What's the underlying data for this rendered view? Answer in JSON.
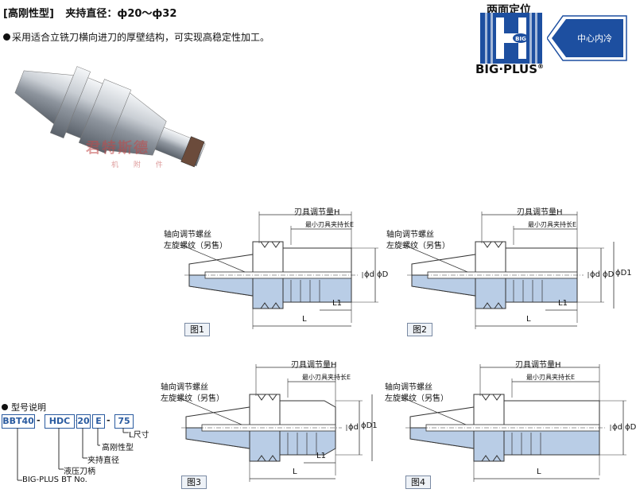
{
  "header": {
    "title_bracket": "[高刚性型]",
    "title_spec": "夹持直径：ф20～ф32",
    "description": "采用适合立铣刀横向进刀的厚壁结构，可实现高稳定性加工。"
  },
  "logo": {
    "caption": "两面定位",
    "brand": "BIG·PLUS",
    "registered": "®",
    "badge": "中心内冷",
    "inner_mark": "BIG"
  },
  "watermark": {
    "text": "君特斯德",
    "sub": "机 附 件"
  },
  "figures": [
    {
      "tag": "图1",
      "adjust": "刃具调节量H",
      "min_clamp": "最小刃具夹持长E",
      "screw": "轴向调节螺丝",
      "thread": "左旋螺纹（另售）",
      "phi_d": "ϕd",
      "phi_D": "ϕD",
      "L1": "L1",
      "L": "L"
    },
    {
      "tag": "图2",
      "adjust": "刃具调节量H",
      "min_clamp": "最小刃具夹持长E",
      "screw": "轴向调节螺丝",
      "thread": "左旋螺纹（另售）",
      "phi_d": "ϕd",
      "phi_D": "ϕD",
      "phi_D1": "ϕD1",
      "L1": "L1",
      "L": "L"
    },
    {
      "tag": "图3",
      "adjust": "刃具调节量H",
      "min_clamp": "最小刃具夹持长E",
      "screw": "轴向调节螺丝",
      "thread": "左旋螺纹（另售）",
      "phi_d": "ϕd",
      "phi_D1": "ϕD1",
      "L1": "L1",
      "L": "L"
    },
    {
      "tag": "图4",
      "adjust": "刃具调节量H",
      "min_clamp": "最小刃具夹持长E",
      "screw": "轴向调节螺丝",
      "thread": "左旋螺纹（另售）",
      "phi_d": "ϕd",
      "phi_D": "ϕD",
      "L": "L"
    }
  ],
  "model": {
    "title": "型号说明",
    "parts": [
      "BBT40",
      "HDC",
      "20",
      "E",
      "75"
    ],
    "separator": "-",
    "labels": {
      "length": "L尺寸",
      "rigid": "高刚性型",
      "clamp_dia": "夹持直径",
      "holder": "液压刀柄",
      "bigplus": "BIG-PLUS BT No."
    }
  },
  "colors": {
    "accent_blue": "#1d4fa0",
    "body_blue": "#b9cde6",
    "line": "#333333"
  }
}
